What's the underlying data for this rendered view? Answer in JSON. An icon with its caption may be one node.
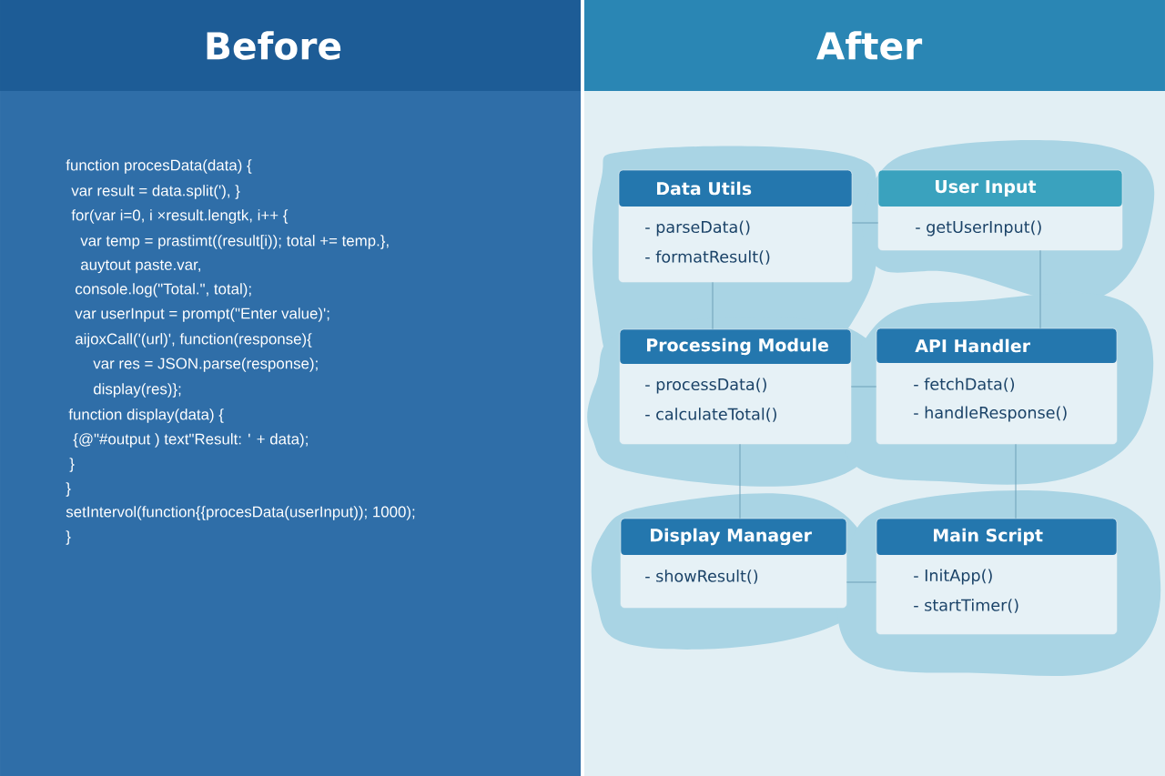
{
  "diagram": {
    "nodes": [
      {
        "text": [
          "Data Utils",
          "- parseData()",
          "- formatResult()"
        ]
      },
      {
        "text": [
          "User Input",
          "- getUserInput()"
        ]
      },
      {
        "text": [
          "Processing Module",
          "- processData()",
          "- calculateTotal()"
        ]
      },
      {
        "text": [
          "API Handler",
          "- fetchData()",
          "- handleResponse()"
        ]
      },
      {
        "text": [
          "Display Manager",
          "- showResult()"
        ]
      },
      {
        "text": [
          "Main Script",
          "- InitApp()",
          "- startTimer()"
        ]
      }
    ],
    "edges": [
      {
        "from": 0,
        "to": 1,
        "arrow": "none"
      },
      {
        "from": 0,
        "to": 2,
        "arrow": "none"
      },
      {
        "from": 1,
        "to": 3,
        "arrow": "none"
      },
      {
        "from": 2,
        "to": 3,
        "arrow": "none"
      },
      {
        "from": 2,
        "to": 4,
        "arrow": "none"
      },
      {
        "from": 3,
        "to": 5,
        "arrow": "none"
      },
      {
        "from": 4,
        "to": 5,
        "arrow": "none"
      }
    ],
    "labels": [
      "Before",
      "After",
      "function procesData(data) {",
      "var result = data.split('), }",
      "for(var i=0, i ×result.lengtk, i++ {",
      "var temp = prastimt((result[i)); total += temp.},",
      "auytout paste.var,",
      "console.log(\"Total.\", total);",
      "var userInput = prompt(\"Enter value)';",
      "aijoxCall('(url)', function(response){",
      "var res = JSON.parse(response);",
      "display(res)};",
      "function display(data) {",
      "{@\"#output ) text\"Result: ' + data);",
      "}",
      "}",
      "setIntervol(function{{procesData(userInput)); 1000);",
      "}"
    ]
  }
}
